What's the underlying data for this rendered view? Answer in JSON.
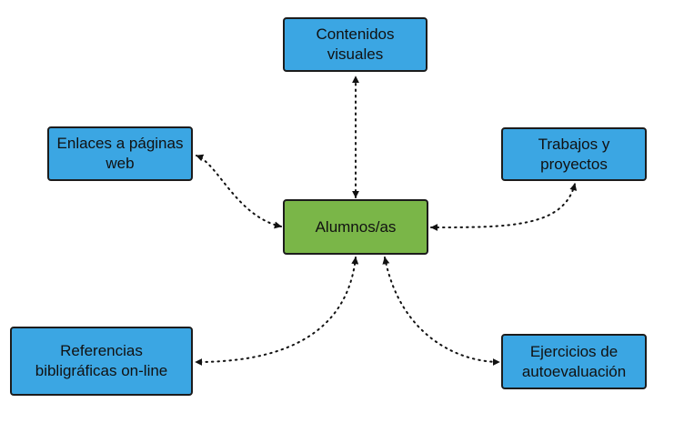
{
  "diagram": {
    "center": {
      "label": "Alumnos/as",
      "color": "#7ab648"
    },
    "nodes": [
      {
        "id": "contenidos",
        "label": "Contenidos\nvisuales",
        "color": "#3ba6e3"
      },
      {
        "id": "enlaces",
        "label": "Enlaces a páginas\nweb",
        "color": "#3ba6e3"
      },
      {
        "id": "trabajos",
        "label": "Trabajos y\nproyectos",
        "color": "#3ba6e3"
      },
      {
        "id": "referencias",
        "label": "Referencias\nbibligráficas on-line",
        "color": "#3ba6e3"
      },
      {
        "id": "ejercicios",
        "label": "Ejercicios de\nautoevaluación",
        "color": "#3ba6e3"
      }
    ],
    "connectors": [
      {
        "from": "alumnos",
        "to": "contenidos",
        "style": "dotted",
        "arrows": "both"
      },
      {
        "from": "alumnos",
        "to": "enlaces",
        "style": "dotted",
        "arrows": "both"
      },
      {
        "from": "alumnos",
        "to": "trabajos",
        "style": "dotted",
        "arrows": "both"
      },
      {
        "from": "alumnos",
        "to": "referencias",
        "style": "dotted",
        "arrows": "both"
      },
      {
        "from": "alumnos",
        "to": "ejercicios",
        "style": "dotted",
        "arrows": "both"
      }
    ]
  }
}
